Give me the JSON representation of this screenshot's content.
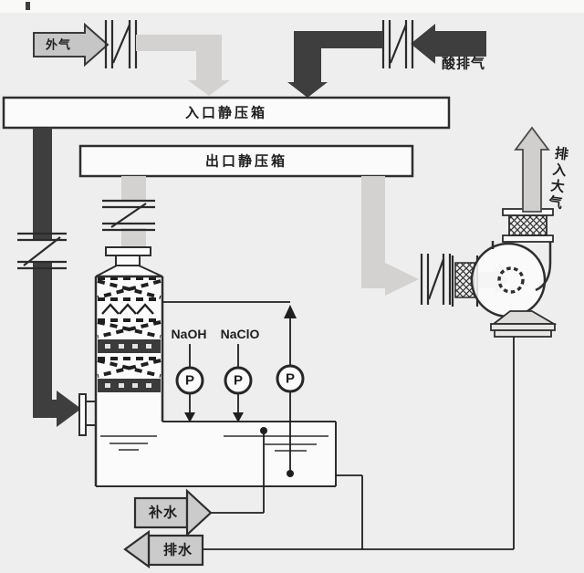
{
  "colors": {
    "background": "#efeeee",
    "dark_duct": "#3e3e3e",
    "light_duct": "#d3d2d1",
    "outline": "#2e2e2e",
    "box_fill": "#fbfbfb",
    "label_arrow_fill": "#c9c9c9"
  },
  "labels": {
    "fresh_air": "外气",
    "acid_exhaust_gas": "酸排气",
    "inlet_plenum": "入口静压箱",
    "outlet_plenum": "出口静压箱",
    "discharge_to_atmosphere": "排入大气",
    "naoh": "NaOH",
    "naclo": "NaClO",
    "makeup_water": "补水",
    "drain_water": "排水"
  },
  "pumps": [
    {
      "label": "P"
    },
    {
      "label": "P"
    },
    {
      "label": "P"
    }
  ]
}
